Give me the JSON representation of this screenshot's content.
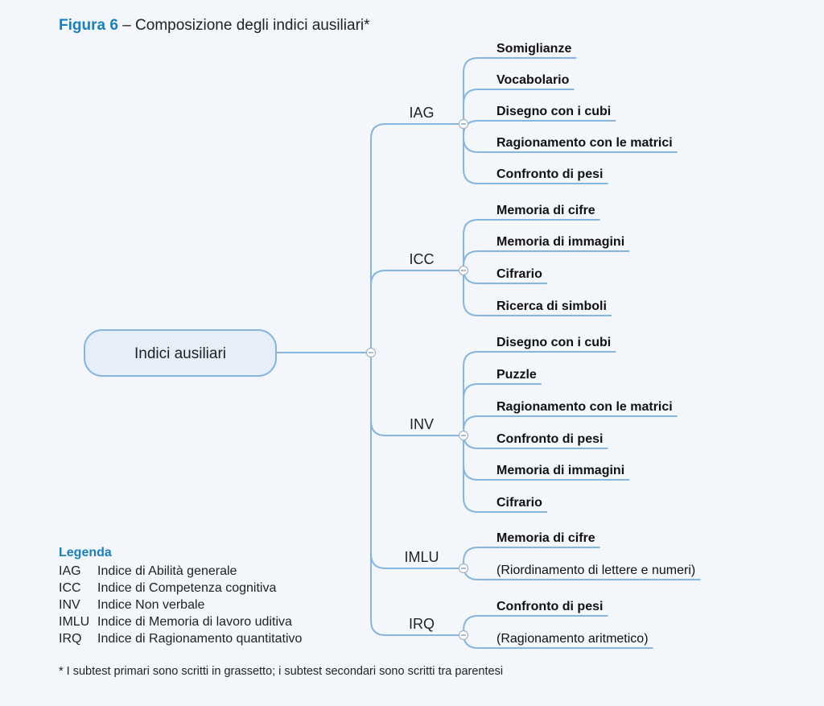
{
  "title": {
    "figure_label": "Figura 6",
    "caption": "– Composizione degli indici ausiliari*"
  },
  "diagram": {
    "root": "Indici ausiliari",
    "branches": [
      {
        "label": "IAG",
        "items": [
          {
            "text": "Somiglianze",
            "primary": true
          },
          {
            "text": "Vocabolario",
            "primary": true
          },
          {
            "text": "Disegno con i cubi",
            "primary": true
          },
          {
            "text": "Ragionamento con le matrici",
            "primary": true
          },
          {
            "text": "Confronto di pesi",
            "primary": true
          }
        ]
      },
      {
        "label": "ICC",
        "items": [
          {
            "text": "Memoria di cifre",
            "primary": true
          },
          {
            "text": "Memoria di immagini",
            "primary": true
          },
          {
            "text": "Cifrario",
            "primary": true
          },
          {
            "text": "Ricerca di simboli",
            "primary": true
          }
        ]
      },
      {
        "label": "INV",
        "items": [
          {
            "text": "Disegno con i cubi",
            "primary": true
          },
          {
            "text": "Puzzle",
            "primary": true
          },
          {
            "text": "Ragionamento con le matrici",
            "primary": true
          },
          {
            "text": "Confronto di pesi",
            "primary": true
          },
          {
            "text": "Memoria di immagini",
            "primary": true
          },
          {
            "text": "Cifrario",
            "primary": true
          }
        ]
      },
      {
        "label": "IMLU",
        "items": [
          {
            "text": "Memoria di cifre",
            "primary": true
          },
          {
            "text": "(Riordinamento di lettere e numeri)",
            "primary": false
          }
        ]
      },
      {
        "label": "IRQ",
        "items": [
          {
            "text": "Confronto di pesi",
            "primary": true
          },
          {
            "text": "(Ragionamento aritmetico)",
            "primary": false
          }
        ]
      }
    ]
  },
  "legend": {
    "title": "Legenda",
    "entries": [
      {
        "abbr": "IAG",
        "desc": "Indice di Abilità generale"
      },
      {
        "abbr": "ICC",
        "desc": "Indice di Competenza cognitiva"
      },
      {
        "abbr": "INV",
        "desc": "Indice Non verbale"
      },
      {
        "abbr": "IMLU",
        "desc": "Indice di Memoria di lavoro uditiva"
      },
      {
        "abbr": "IRQ",
        "desc": "Indice di Ragionamento quantitativo"
      }
    ]
  },
  "footnote": "* I subtest primari sono scritti in grassetto; i subtest secondari sono scritti tra parentesi",
  "colors": {
    "line": "#86b6e0",
    "accent": "#1a7fc1",
    "root_fill": "#e6eefa",
    "collapse_icon": "#a0b4c8"
  }
}
